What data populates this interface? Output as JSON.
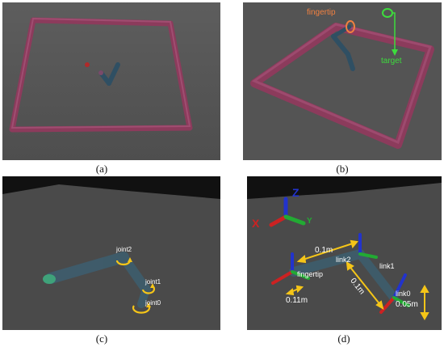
{
  "figure": {
    "panels": [
      {
        "id": "a",
        "caption": "(a)"
      },
      {
        "id": "b",
        "caption": "(b)",
        "labels": {
          "fingertip": "fingertip",
          "target": "target"
        }
      },
      {
        "id": "c",
        "caption": "(c)",
        "labels": {
          "joint0": "joint0",
          "joint1": "joint1",
          "joint2": "joint2"
        }
      },
      {
        "id": "d",
        "caption": "(d)",
        "labels": {
          "axis_z": "Z",
          "axis_x": "X",
          "axis_y": "Y",
          "link0": "link0",
          "link1": "link1",
          "link2": "link2",
          "fingertip": "fingertip",
          "dim_link2": "0.1m",
          "dim_link1": "0.1m",
          "dim_fingertip": "0.11m",
          "dim_link0": "0.05m"
        }
      }
    ]
  },
  "colors": {
    "floor": "#5a5a5a",
    "arena_wall": "#8c3b5c",
    "arm": "#2f4f63",
    "fingertip_ring": "#f08040",
    "target_marker": "#3ddc3d",
    "joint_arrow": "#f5c518",
    "axis_x": "#cc2222",
    "axis_y": "#22aa33",
    "axis_z": "#2233cc"
  }
}
